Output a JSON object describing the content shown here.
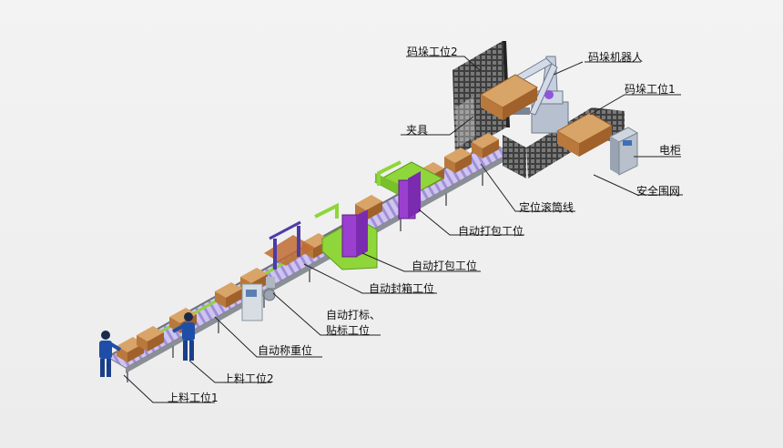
{
  "labels": {
    "palletizing_station_2": "码垛工位2",
    "palletizing_robot": "码垛机器人",
    "palletizing_station_1": "码垛工位1",
    "gripper": "夹具",
    "electric_cabinet": "电柜",
    "safety_fence": "安全围网",
    "positioning_roller_line": "定位滚筒线",
    "auto_strapping_station_a": "自动打包工位",
    "auto_strapping_station_b": "自动打包工位",
    "auto_sealing_station": "自动封箱工位",
    "auto_marking_line1": "自动打标、",
    "auto_marking_line2": "贴标工位",
    "auto_weighing_station": "自动称重位",
    "loading_station_2": "上料工位2",
    "loading_station_1": "上料工位1"
  },
  "colors": {
    "box": "#b9783c",
    "box_top": "#d9a467",
    "conveyor_frame": "#8a8f96",
    "roller": "#b9a8e6",
    "strapping_machine": "#9b3fd0",
    "machine_base": "#8ed63a",
    "fence": "#1c1c1c",
    "robot": "#c9d3e6",
    "operator": "#1f4ea8"
  }
}
